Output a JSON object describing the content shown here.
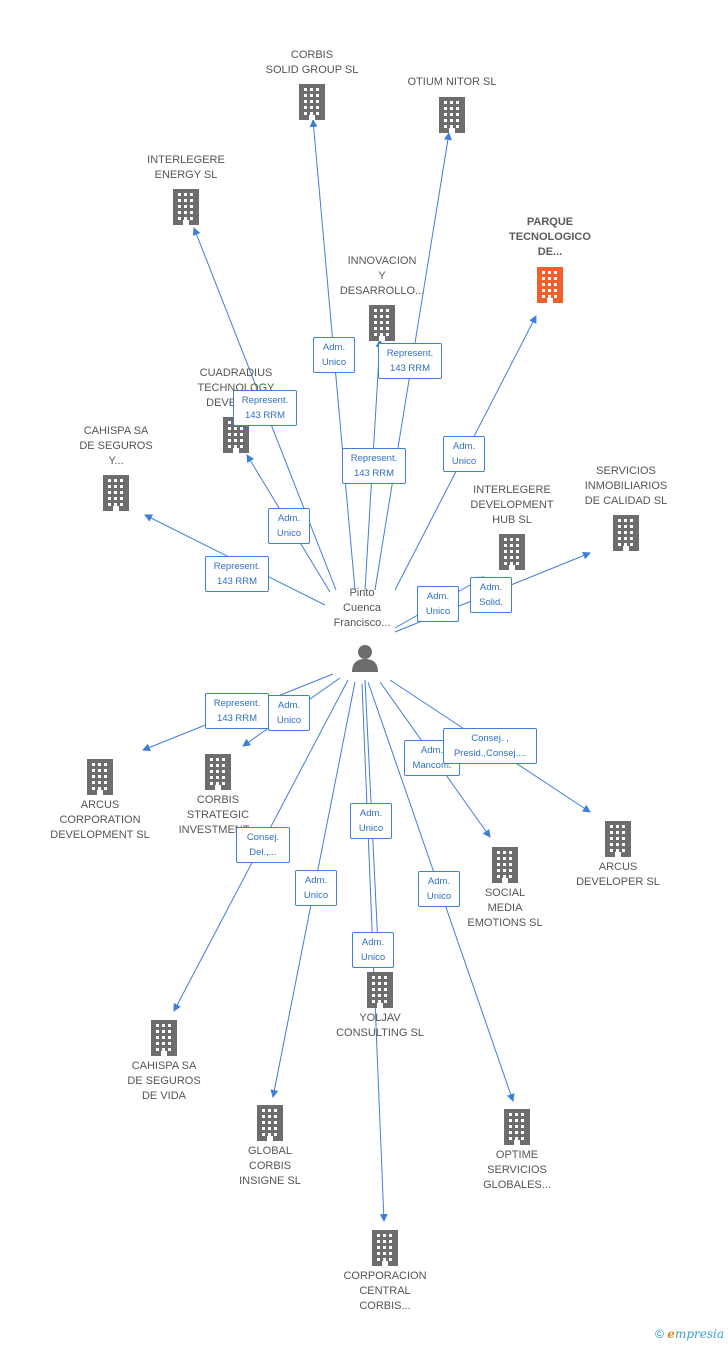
{
  "person": {
    "label": "Pinto\nCuenca\nFrancisco..."
  },
  "colors": {
    "edge": "#3d7fd9",
    "building": "#6d6d6d",
    "highlight": "#f0602a"
  },
  "companies": [
    {
      "id": "corbis-solid",
      "label": "CORBIS\nSOLID GROUP SL",
      "highlight": false
    },
    {
      "id": "otium",
      "label": "OTIUM NITOR SL",
      "highlight": false
    },
    {
      "id": "interlegere-energy",
      "label": "INTERLEGERE\nENERGY SL",
      "highlight": false
    },
    {
      "id": "parque",
      "label": "PARQUE\nTECNOLOGICO\nDE...",
      "highlight": true
    },
    {
      "id": "innovacion",
      "label": "INNOVACION\nY\nDESARROLLO...",
      "highlight": false
    },
    {
      "id": "cuadradius",
      "label": "CUADRADIUS\nTECHNOLOGY\nDEVELOP...",
      "highlight": false
    },
    {
      "id": "cahispa-seguros",
      "label": "CAHISPA SA\nDE SEGUROS\nY...",
      "highlight": false
    },
    {
      "id": "servicios",
      "label": "SERVICIOS\nINMOBILIARIOS\nDE CALIDAD SL",
      "highlight": false
    },
    {
      "id": "interlegere-hub",
      "label": "INTERLEGERE\nDEVELOPMENT\nHUB SL",
      "highlight": false
    },
    {
      "id": "arcus-corp",
      "label": "ARCUS\nCORPORATION\nDEVELOPMENT SL",
      "highlight": false
    },
    {
      "id": "corbis-strategic",
      "label": "CORBIS\nSTRATEGIC\nINVESTMENT...",
      "highlight": false
    },
    {
      "id": "arcus-dev",
      "label": "ARCUS\nDEVELOPER SL",
      "highlight": false
    },
    {
      "id": "social-media",
      "label": "SOCIAL\nMEDIA\nEMOTIONS SL",
      "highlight": false
    },
    {
      "id": "yoljav",
      "label": "YOLJAV\nCONSULTING SL",
      "highlight": false
    },
    {
      "id": "cahispa-vida",
      "label": "CAHISPA SA\nDE SEGUROS\nDE VIDA",
      "highlight": false
    },
    {
      "id": "global-corbis",
      "label": "GLOBAL\nCORBIS\nINSIGNE SL",
      "highlight": false
    },
    {
      "id": "optime",
      "label": "OPTIME\nSERVICIOS\nGLOBALES...",
      "highlight": false
    },
    {
      "id": "corporacion",
      "label": "CORPORACION\nCENTRAL\nCORBIS...",
      "highlight": false
    }
  ],
  "relations": [
    "Adm.\nUnico",
    "Represent.\n143 RRM",
    "Represent.\n143 RRM",
    "Represent.\n143 RRM",
    "Adm.\nUnico",
    "Adm.\nUnico",
    "Represent.\n143 RRM",
    "Adm.\nUnico",
    "Adm.\nSolid.",
    "Represent.\n143 RRM",
    "Adm.\nUnico",
    "Adm.\nMancom.",
    "Consej. ,\nPresid.,Consej....",
    "Consej.\nDel.,...",
    "Adm.\nUnico",
    "Adm.\nUnico",
    "Adm.\nUnico",
    "Adm.\nUnico"
  ],
  "footer": {
    "copyright": "©",
    "brand_e": "e",
    "brand_rest": "mpresia"
  }
}
